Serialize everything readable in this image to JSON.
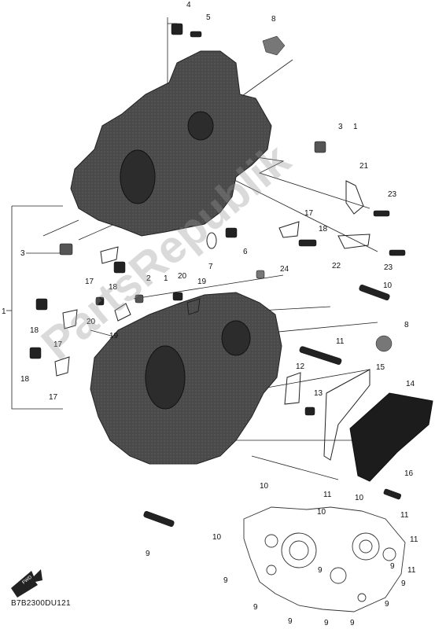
{
  "diagram": {
    "part_code": "B7B2300DU121",
    "watermark": "PartsRepublik",
    "fwd_label": "FWD",
    "callouts": {
      "c1": "1",
      "c2": "2",
      "c2b": "1",
      "c3a": "3",
      "c3b": "1",
      "c3c": "3",
      "c4": "4",
      "c5": "5",
      "c6": "6",
      "c7": "7",
      "c8a": "8",
      "c8b": "8",
      "c9": "9",
      "c10": "10",
      "c11": "11",
      "c12": "12",
      "c13": "13",
      "c14": "14",
      "c15": "15",
      "c16": "16",
      "c17a": "17",
      "c17b": "17",
      "c17c": "17",
      "c17d": "17",
      "c18a": "18",
      "c18b": "18",
      "c18c": "18",
      "c18d": "18",
      "c19a": "19",
      "c19b": "19",
      "c20a": "20",
      "c20b": "20",
      "c21": "21",
      "c22": "22",
      "c23a": "23",
      "c23b": "23",
      "c24": "24",
      "r10a": "10",
      "r10b": "10",
      "r10c": "10",
      "r10d": "10",
      "r11a": "11",
      "r11b": "11",
      "r11c": "11",
      "r11d": "11",
      "r9a": "9",
      "r9b": "9",
      "r9c": "9",
      "r9d": "9",
      "r9e": "9",
      "r9f": "9",
      "r9g": "9",
      "r9h": "9",
      "r9i": "9"
    }
  }
}
